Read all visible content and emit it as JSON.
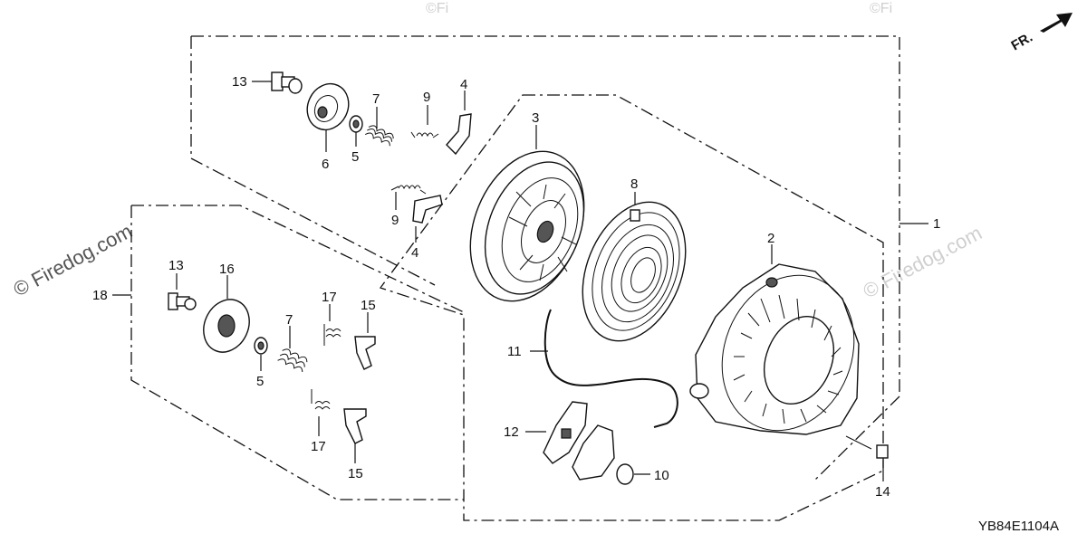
{
  "watermarks": {
    "left": "© Firedog.com",
    "right": "© Firedog.com",
    "top_fragment": "©Fi"
  },
  "direction_indicator": {
    "label": "FR."
  },
  "diagram_code": "YB84E1104A",
  "callouts": {
    "p1": "1",
    "p2": "2",
    "p3": "3",
    "p4a": "4",
    "p4b": "4",
    "p5a": "5",
    "p5b": "5",
    "p6": "6",
    "p7a": "7",
    "p7b": "7",
    "p8": "8",
    "p9a": "9",
    "p9b": "9",
    "p10": "10",
    "p11": "11",
    "p12": "12",
    "p13a": "13",
    "p13b": "13",
    "p14": "14",
    "p15a": "15",
    "p15b": "15",
    "p16": "16",
    "p17a": "17",
    "p17b": "17",
    "p18": "18"
  }
}
